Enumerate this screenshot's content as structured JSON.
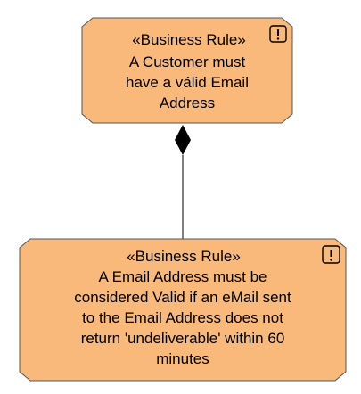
{
  "diagram": {
    "colors": {
      "node_fill": "#f9b97b",
      "node_stroke": "#555555",
      "edge": "#000000"
    },
    "edge": {
      "type": "composition",
      "source": "rule_1",
      "target": "rule_2"
    },
    "rule_1": {
      "stereotype": "«Business Rule»",
      "icon": "exclamation-box-icon",
      "lines": [
        "A Customer must",
        "have a válid Email",
        "Address"
      ]
    },
    "rule_2": {
      "stereotype": "«Business Rule»",
      "icon": "exclamation-box-icon",
      "lines": [
        "A Email Address must be",
        "considered Valid if an eMail sent",
        "to the Email Address does not",
        "return 'undeliverable' within 60",
        "minutes"
      ]
    }
  }
}
